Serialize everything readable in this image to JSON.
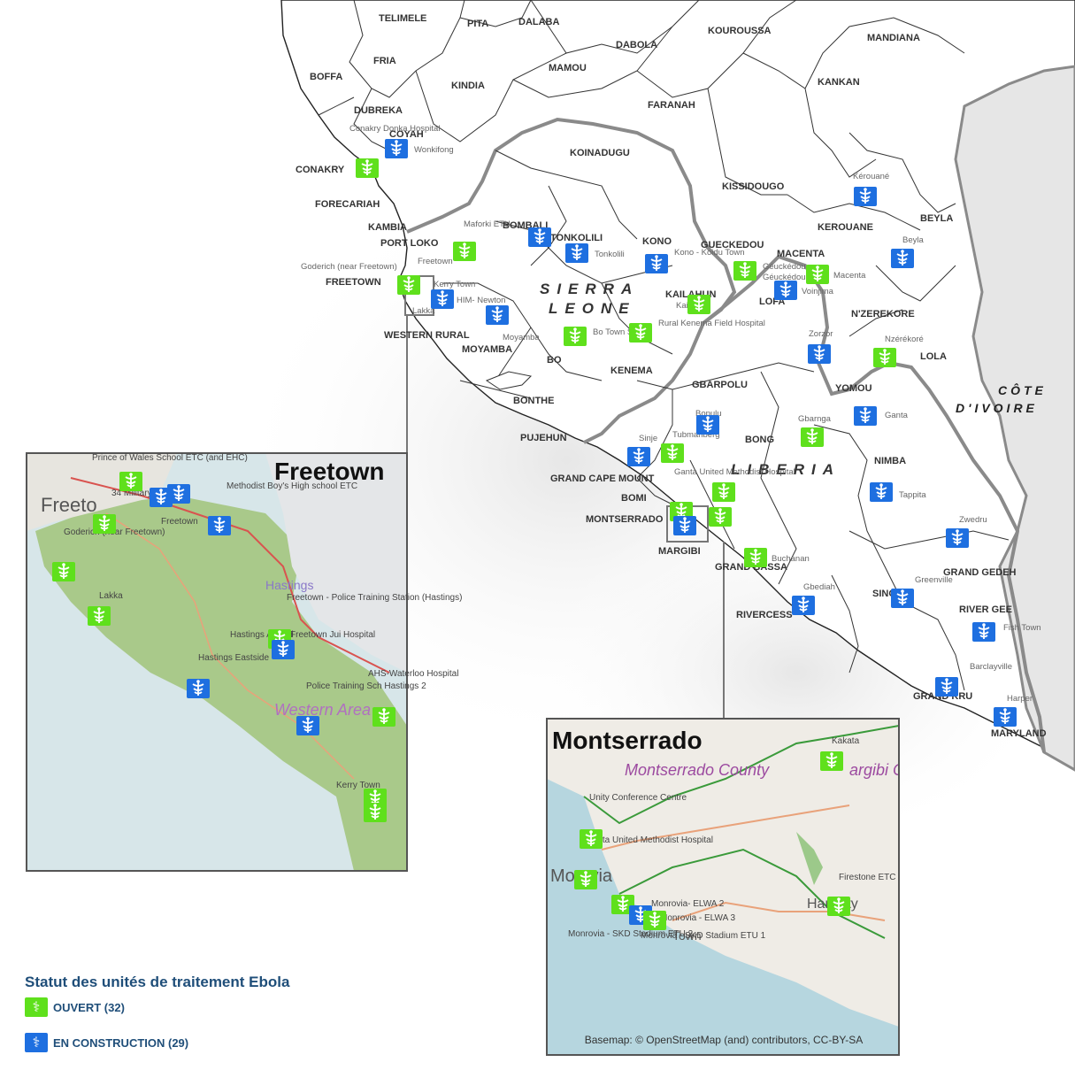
{
  "regions": {
    "telimele": "TELIMELE",
    "pita": "PITA",
    "dalaba": "DALABA",
    "kouroussa": "KOUROUSSA",
    "mandiana": "MANDIANA",
    "dabola": "DABOLA",
    "boffa": "BOFFA",
    "fria": "FRIA",
    "mamou": "MAMOU",
    "kindia": "KINDIA",
    "kankan": "KANKAN",
    "faranah": "FARANAH",
    "dubreka": "DUBREKA",
    "coyah": "COYAH",
    "koinadugu": "KOINADUGU",
    "conakry": "CONAKRY",
    "kissidougo": "KISSIDOUGO",
    "forecariah": "FORECARIAH",
    "beyla": "BEYLA",
    "kambia": "KAMBIA",
    "port_loko": "PORT LOKO",
    "bombali": "BOMBALI",
    "tonkolili": "TONKOLILI",
    "kono": "KONO",
    "gueckedou": "GUECKEDOU",
    "kerouane": "KEROUANE",
    "macenta": "MACENTA",
    "freetown": "FREETOWN",
    "kailahun": "KAILAHUN",
    "lofa": "LOFA",
    "nzerekore": "N'ZEREKORE",
    "western_rural": "WESTERN RURAL",
    "moyamba": "MOYAMBA",
    "bo": "BO",
    "kenema": "KENEMA",
    "lola": "LOLA",
    "yomou": "YOMOU",
    "gbarpolu": "GBARPOLU",
    "bonthe": "BONTHE",
    "pujehun": "PUJEHUN",
    "bong": "BONG",
    "nimba": "NIMBA",
    "grand_cape_mount": "GRAND CAPE MOUNT",
    "bomi": "BOMI",
    "montserrado": "MONTSERRADO",
    "margibi": "MARGIBI",
    "grand_bassa": "GRAND BASSA",
    "grand_gedeh": "GRAND GEDEH",
    "sinoe": "SINOE",
    "rivercess": "RIVERCESS",
    "river_gee": "RIVER GEE",
    "grand_kru": "GRAND KRU",
    "maryland": "MARYLAND"
  },
  "countries": {
    "sierra": "SIERRA",
    "leone": "LEONE",
    "liberia": "LIBERIA",
    "cote": "CÔTE",
    "divoire": "D'IVOIRE"
  },
  "sites": {
    "conakry_donka": "Conakry Donka Hospital",
    "wonkifong": "Wonkifong",
    "kerouane_site": "Kérouané",
    "maforki": "Maforki ETU",
    "freetown_site": "Freetown",
    "tonkolili_site": "Tonkolili",
    "kono_koidu": "Kono - Koidu Town",
    "gueckedou_1": "Géuckédou",
    "gueckedou_2": "Géuckédou",
    "macenta_site": "Macenta",
    "voinjima": "Voinjima",
    "beyla_site": "Beyla",
    "goderich": "Goderich (near Freetown)",
    "kerry_town": "Kerry Town",
    "him_newton": "HIM- Newton",
    "lakka": "Lakka",
    "kailahun_site": "Kailahun",
    "moyamba_site": "Moyamba",
    "bo_town": "Bo Town SLRA",
    "rural_kenema": "Rural Kenema Field Hospital",
    "zorzor": "Zorzor",
    "nzerekore_site": "Nzérékoré",
    "gbarnga": "Gbarnga",
    "ganta": "Ganta",
    "bopulu": "Bopulu",
    "tubmanberg": "Tubmanberg",
    "sinje": "Sinje",
    "ganta_united": "Ganta United Methodist Hospital",
    "tappita": "Tappita",
    "zwedru": "Zwedru",
    "buchanan": "Buchanan",
    "greenville": "Greenville",
    "gbediah": "Gbediah",
    "fish_town": "Fish Town",
    "barclayville": "Barclayville",
    "harper": "Harper"
  },
  "inset_freetown": {
    "title": "Freetown",
    "sites": {
      "prince_of_wales": "Prince of Wales School ETC (and EHC)",
      "military_34": "34 Military Hospital",
      "methodist": "Methodist Boy's High school ETC",
      "freetown": "Freetown",
      "goderich": "Goderich (near Freetown)",
      "lakka": "Lakka",
      "police_training": "Freetown - Police Training Station (Hastings)",
      "hastings_airfield": "Hastings Airfield",
      "freetown_jui": "Freetown Jui Hospital",
      "hastings_eastside": "Hastings Eastside",
      "ahs_waterloo": "AHS-Waterloo Hospital",
      "police_training_2": "Police Training Sch Hastings 2",
      "kerry_town": "Kerry Town"
    }
  },
  "inset_montserrado": {
    "title": "Montserrado",
    "bg_label": "Montserrado County",
    "sites": {
      "kakata": "Kakata",
      "unity": "Unity Conference Centre",
      "ganta_united": "Ganta United Methodist Hospital",
      "elwa2": "Monrovia- ELWA 2",
      "elwa3": "Monrovia - ELWA 3",
      "skd2": "Monrovia - SKD Stadium ETU 2",
      "skd1": "Monrovia - SKD Stadium ETU 1",
      "firestone": "Firestone ETC"
    }
  },
  "legend": {
    "title": "Statut des unités de traitement Ebola",
    "open_label": "OUVERT (32)",
    "construction_label": "EN CONSTRUCTION (29)"
  },
  "attribution": "Basemap: © OpenStreetMap (and) contributors, CC-BY-SA",
  "colors": {
    "open": "#5fe01c",
    "construction": "#1e6fe0",
    "border": "#8a8a8a",
    "admin": "#222222"
  },
  "icons": {
    "open": "caduceus-icon",
    "construction": "caduceus-icon"
  }
}
